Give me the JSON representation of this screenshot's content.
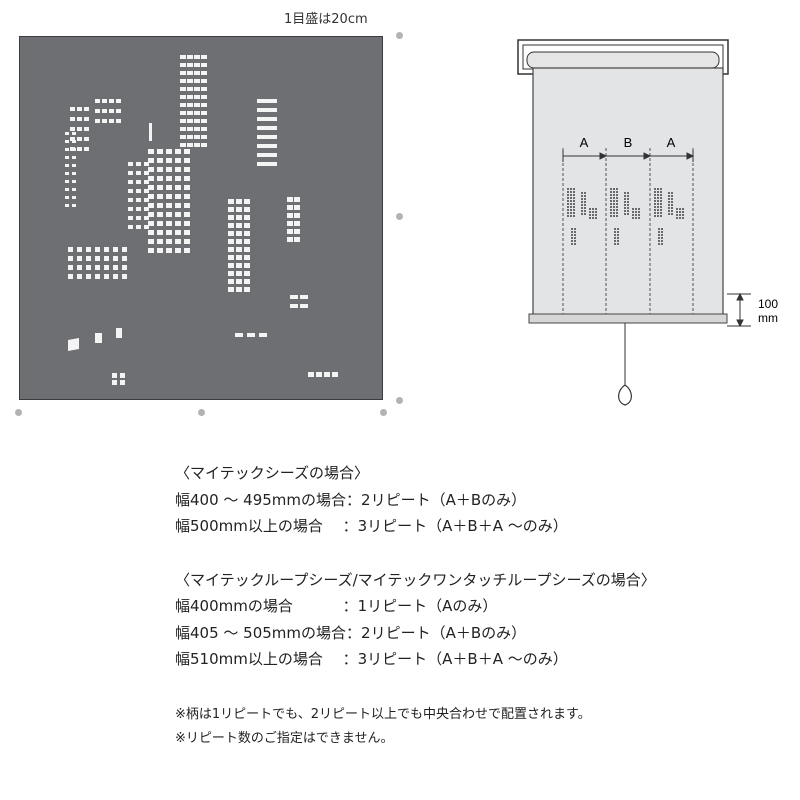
{
  "scale_note": "1目盛は20cm",
  "diagram": {
    "dimension_labels": [
      "A",
      "B",
      "A"
    ],
    "bottom_margin_value": "100",
    "bottom_margin_unit": "mm"
  },
  "section1": {
    "heading": "〈マイテックシーズの場合〉",
    "rows": [
      "幅400 〜 495mmの場合：2リピート（A＋Bのみ）",
      "幅500mm以上の場合　 ：3リピート（A＋B＋A 〜のみ）"
    ]
  },
  "section2": {
    "heading": "〈マイテックループシーズ/マイテックワンタッチループシーズの場合〉",
    "rows": [
      "幅400mmの場合　　　 ：1リピート（Aのみ）",
      "幅405 〜 505mmの場合：2リピート（A＋Bのみ）",
      "幅510mm以上の場合　 ：3リピート（A＋B＋A 〜のみ）"
    ]
  },
  "notes": [
    "※柄は1リピートでも、2リピート以上でも中央合わせで配置されます。",
    "※リピート数のご指定はできません。"
  ],
  "colors": {
    "fabric": "#6e6f72",
    "window_light": "#f4f4f4",
    "scale_dot": "#b3b3b3"
  }
}
